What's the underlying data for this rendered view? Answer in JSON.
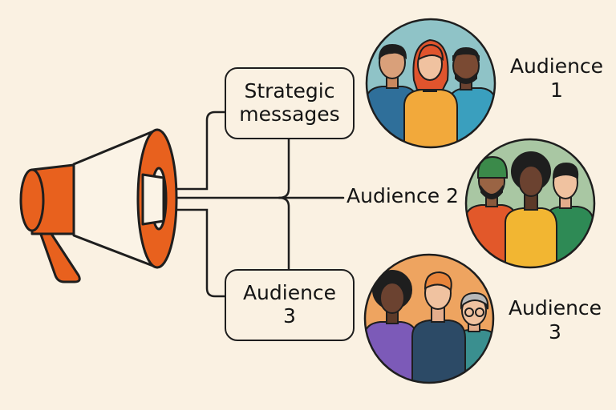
{
  "nodes": {
    "strategic_messages": {
      "line1": "Strategic",
      "line2": "messages"
    },
    "audience_3_box": {
      "line1": "Audience",
      "line2": "3"
    }
  },
  "audiences": {
    "audience_1": {
      "line1": "Audience",
      "line2": "1"
    },
    "audience_2": {
      "line1": "Audience 2"
    },
    "audience_3": {
      "line1": "Audience",
      "line2": "3"
    }
  },
  "colors": {
    "background": "#faf1e2",
    "megaphone": "#e8611e",
    "outline": "#1e1e1e",
    "circle_1": "#8fc3c7",
    "circle_2": "#a9c7a3",
    "circle_3": "#eea460"
  }
}
